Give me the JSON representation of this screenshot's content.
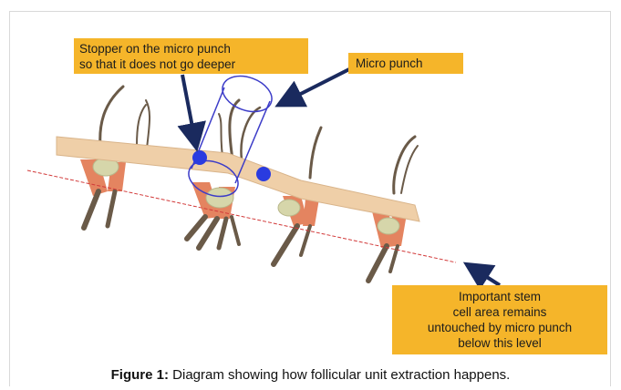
{
  "labels": {
    "stopper": "Stopper on the micro punch\nso that it does not go deeper",
    "micro_punch": "Micro punch",
    "stem_cell": "Important stem\ncell area remains\nuntouched by micro punch\nbelow this level"
  },
  "caption": {
    "prefix": "Figure 1:",
    "text": " Diagram showing how follicular unit extraction happens."
  },
  "colors": {
    "label_fill": "#f5b52a",
    "arrow": "#1a2a5e",
    "punch_outline": "#3c3cc8",
    "stopper_dot": "#2a3be0",
    "level_line": "#d23a3a",
    "skin": "#efcfa8",
    "hair": "#6a5a48",
    "stem_cell": "#e2774f"
  }
}
